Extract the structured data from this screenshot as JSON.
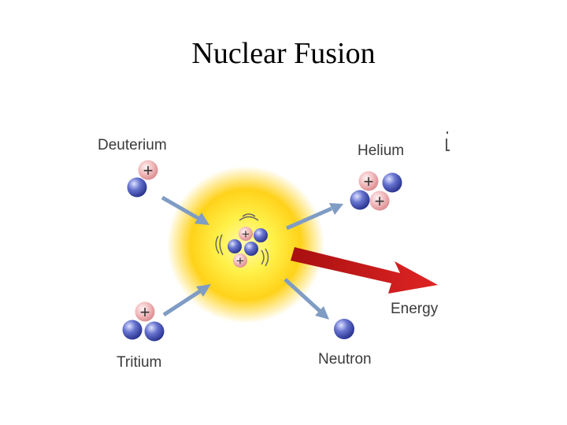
{
  "title": "Nuclear Fusion",
  "labels": {
    "deuterium": "Deuterium",
    "tritium": "Tritium",
    "helium": "Helium",
    "neutron": "Neutron",
    "energy": "Energy"
  },
  "particle_symbols": {
    "proton_charge": "+"
  },
  "colors": {
    "proton": "#e9a9ab",
    "neutron": "#4f5fbf",
    "glow_core": "#fff14a",
    "glow_edge": "#ffb300",
    "arrow": "#7f9cc4",
    "energy_arrow": "#c81e1e"
  }
}
